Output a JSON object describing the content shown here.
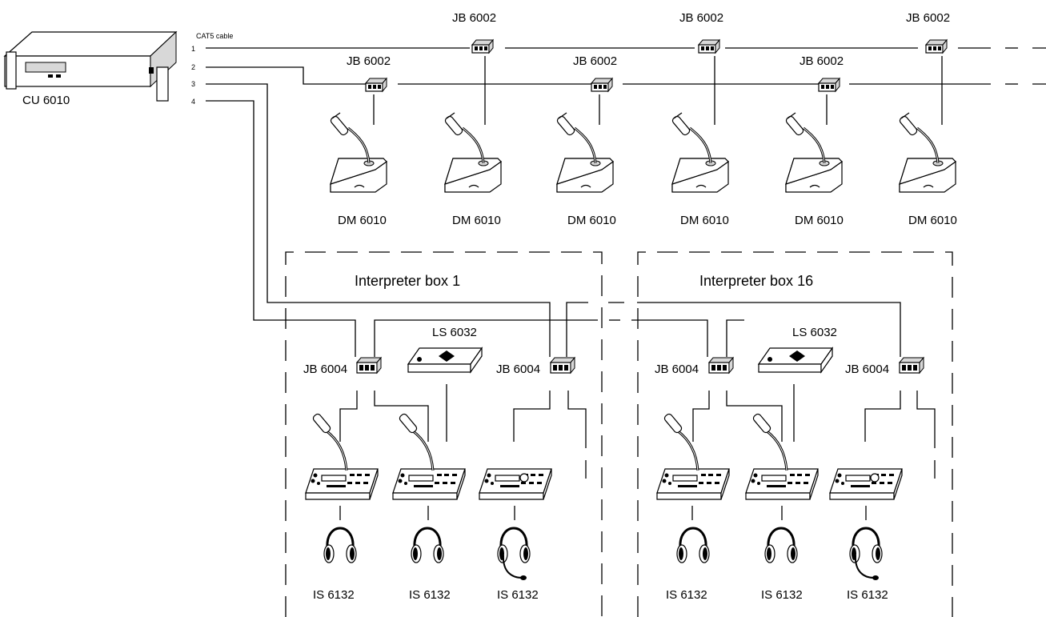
{
  "cu": {
    "label": "CU 6010"
  },
  "cable": {
    "title": "CAT5 cable",
    "numbers": [
      "1",
      "2",
      "3",
      "4"
    ]
  },
  "junction_boxes_top": [
    "JB 6002",
    "JB 6002",
    "JB 6002"
  ],
  "junction_boxes_mid": [
    "JB 6002",
    "JB 6002",
    "JB 6002"
  ],
  "delegates": [
    "DM 6010",
    "DM 6010",
    "DM 6010",
    "DM 6010",
    "DM 6010",
    "DM 6010"
  ],
  "boxes": [
    {
      "title": "Interpreter box 1",
      "speaker": "LS 6032",
      "jb_left": "JB 6004",
      "jb_right": "JB 6004",
      "headsets": [
        "IS 6132",
        "IS 6132",
        "IS 6132"
      ]
    },
    {
      "title": "Interpreter box 16",
      "speaker": "LS 6032",
      "jb_left": "JB 6004",
      "jb_right": "JB 6004",
      "headsets": [
        "IS 6132",
        "IS 6132",
        "IS 6132"
      ]
    }
  ]
}
